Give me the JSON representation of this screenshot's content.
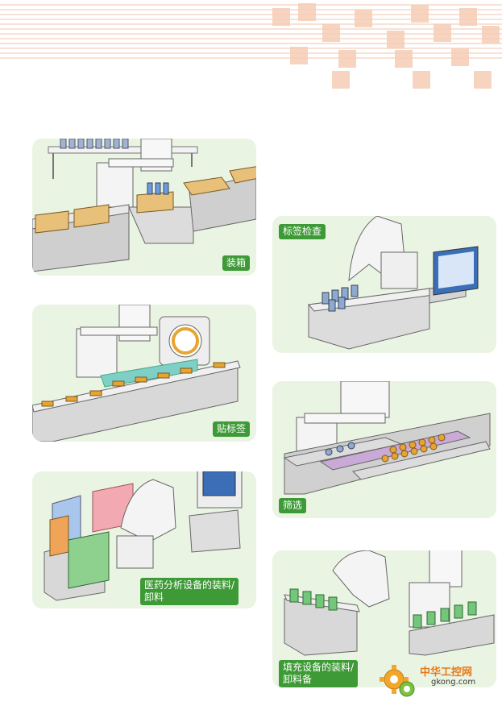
{
  "panels": [
    {
      "id": "packing",
      "label": "装箱"
    },
    {
      "id": "label-inspection",
      "label": "标签检查"
    },
    {
      "id": "labeling",
      "label": "贴标签"
    },
    {
      "id": "sorting",
      "label": "筛选"
    },
    {
      "id": "medical-analysis",
      "label": "医药分析设备的装料/\n卸料"
    },
    {
      "id": "filling",
      "label": "填充设备的装料/\n卸料备"
    }
  ],
  "watermark": {
    "title": "中华工控网",
    "url": "gkong.com"
  },
  "colors": {
    "panel_bg": "#eaf4e2",
    "label_bg": "#3e9a36",
    "accent_orange": "#e67a1a",
    "stripe": "#f3d9c8"
  }
}
